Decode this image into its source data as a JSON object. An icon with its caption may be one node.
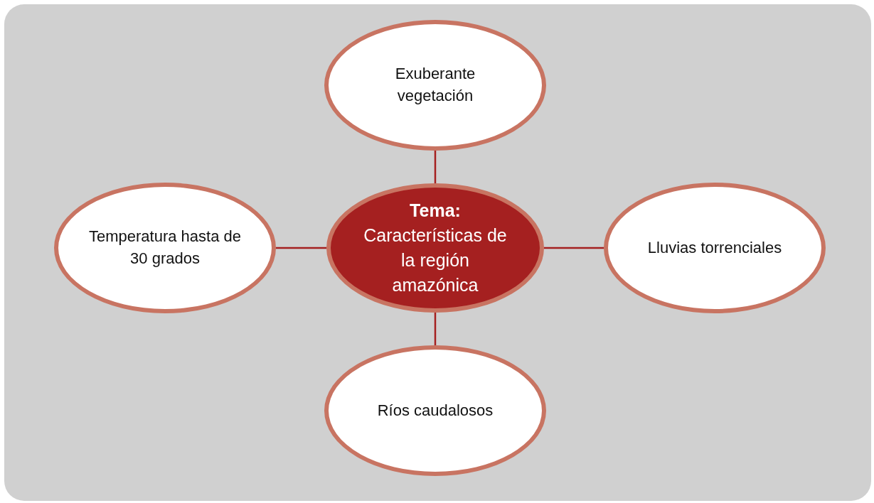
{
  "diagram": {
    "nodes": [
      {
        "text": [
          "Exuberante vegetación"
        ]
      },
      {
        "text": [
          "Temperatura hasta de 30 grados"
        ]
      },
      {
        "text": [
          "Tema:",
          "Características de la región amazónica"
        ]
      },
      {
        "text": [
          "Lluvias torrenciales"
        ]
      },
      {
        "text": [
          "Ríos caudalosos"
        ]
      }
    ],
    "edges": [
      {
        "from": 2,
        "to": 0,
        "arrow": "none"
      },
      {
        "from": 2,
        "to": 1,
        "arrow": "none"
      },
      {
        "from": 2,
        "to": 3,
        "arrow": "none"
      },
      {
        "from": 2,
        "to": 4,
        "arrow": "none"
      }
    ]
  }
}
